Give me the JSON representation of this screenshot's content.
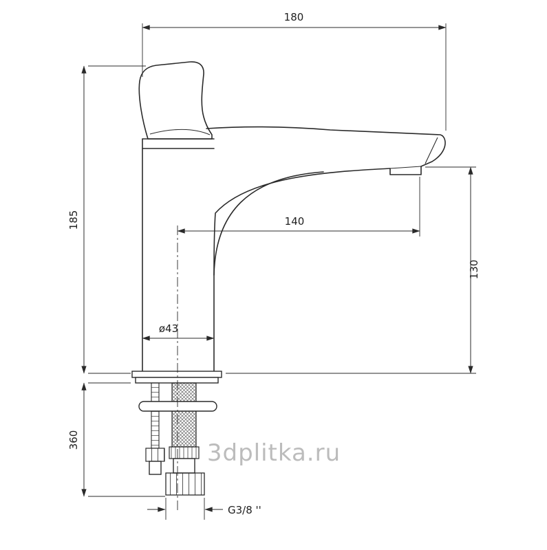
{
  "drawing": {
    "type": "technical-diagram",
    "subject": "single-lever basin faucet side elevation with installation dimensions",
    "watermark": "3dplitka.ru",
    "colors": {
      "line": "#2a2a2a",
      "background": "#ffffff",
      "watermark": "#b5b5b5"
    },
    "dimensions": {
      "top_width": "180",
      "body_height": "185",
      "spout_reach": "140",
      "outlet_height": "130",
      "base_diameter": "ø43",
      "hose_length": "360",
      "connection_thread": "G3/8 ''"
    }
  }
}
